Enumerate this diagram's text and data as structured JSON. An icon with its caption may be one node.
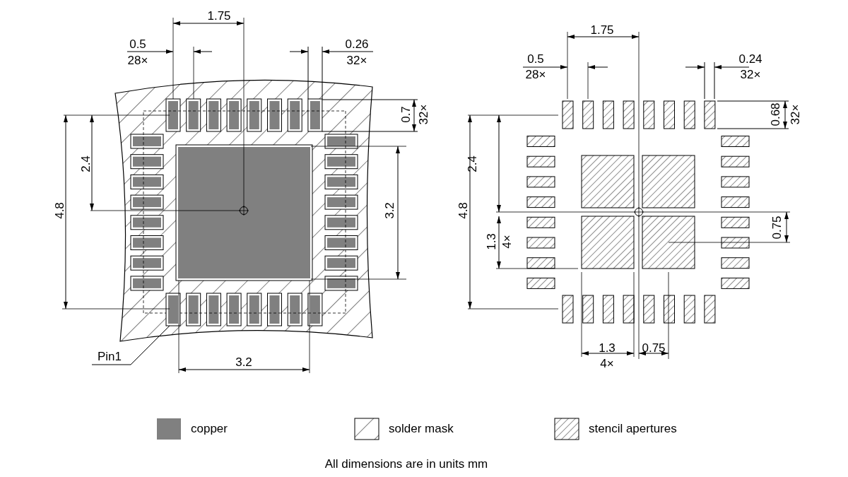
{
  "diagram": {
    "nodes": [
      {
        "text": [
          "Pin1"
        ]
      },
      {
        "text": [],
        "shape": "box"
      }
    ],
    "edges": [
      {
        "from": 0,
        "to": 1,
        "arrow": "none"
      }
    ],
    "labels": [
      "1.75",
      "0.5",
      "28×",
      "0.26",
      "32×",
      "1.75",
      "0.5",
      "28×",
      "0.24",
      "32×",
      "0.7",
      "32×",
      "0.68",
      "32×",
      "2.4",
      "4.8",
      "3.2",
      "2.4",
      "4.8",
      "1.3",
      "4×",
      "0.75",
      "3.2",
      "1.3",
      "4×",
      "0.75",
      "All dimensions are in units mm"
    ],
    "legend": [
      {
        "text": "copper",
        "color": "#808080"
      },
      {
        "text": "solder mask"
      },
      {
        "text": "stencil apertures"
      }
    ]
  }
}
